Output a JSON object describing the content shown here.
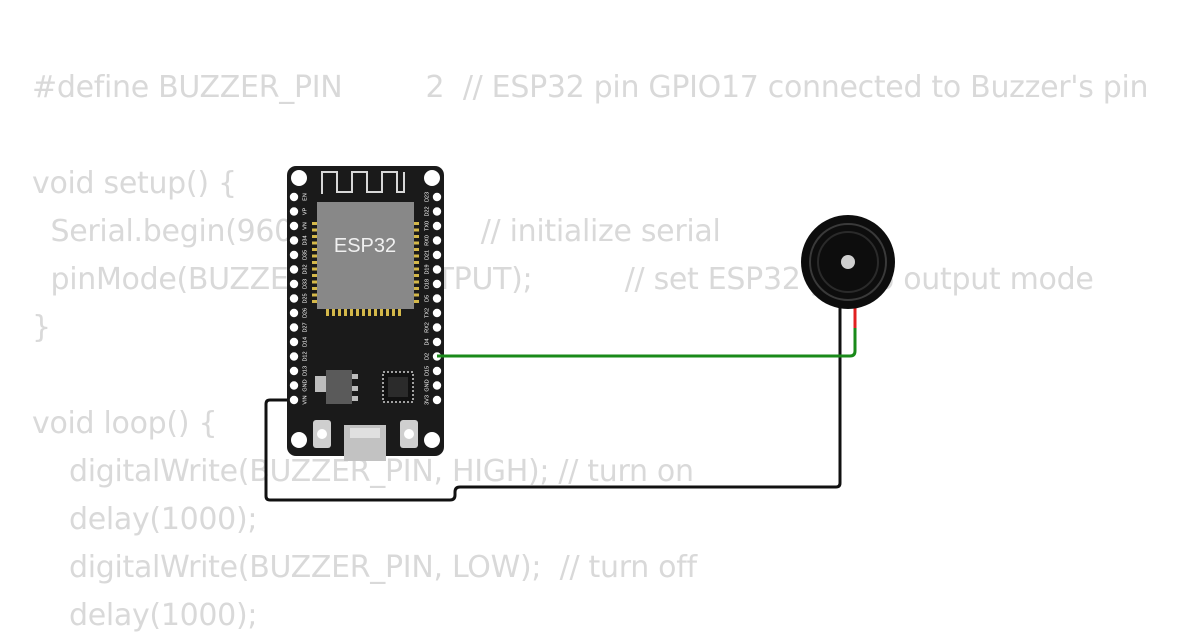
{
  "code": {
    "lines": [
      "#define BUZZER_PIN         2  // ESP32 pin GPIO17 connected to Buzzer's pin",
      "",
      "void setup() {",
      "  Serial.begin(9600);                // initialize serial",
      "  pinMode(BUZZER_PIN, OUTPUT);          // set ESP32 pin to output mode",
      "}",
      "",
      "void loop() {",
      "    digitalWrite(BUZZER_PIN, HIGH); // turn on",
      "    delay(1000);",
      "    digitalWrite(BUZZER_PIN, LOW);  // turn off",
      "    delay(1000);"
    ]
  },
  "board": {
    "label": "ESP32",
    "left_pins": [
      "EN",
      "VP",
      "VN",
      "D34",
      "D35",
      "D32",
      "D33",
      "D25",
      "D26",
      "D27",
      "D14",
      "D12",
      "D13",
      "GND",
      "VIN"
    ],
    "right_pins": [
      "D23",
      "D22",
      "TX0",
      "RX0",
      "D21",
      "D19",
      "D18",
      "D5",
      "TX2",
      "RX2",
      "D4",
      "D2",
      "D15",
      "GND",
      "3V3"
    ]
  },
  "wires": {
    "signal_color": "#1a8a1a",
    "ground_color": "#111111",
    "buzzer_positive_color": "#e02020"
  }
}
